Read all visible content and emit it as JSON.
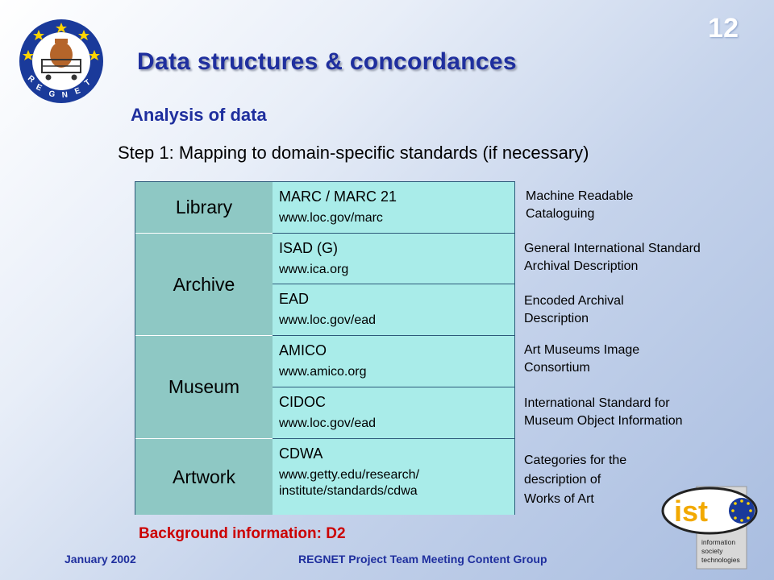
{
  "slide_number": "12",
  "title": "Data structures & concordances",
  "subtitle": "Analysis of data",
  "step": "Step 1: Mapping to domain-specific standards (if necessary)",
  "logo_text": "REGNET",
  "rows": [
    {
      "category": "Library",
      "standards": [
        {
          "name": "MARC / MARC 21",
          "url": "www.loc.gov/marc",
          "desc": [
            "Machine Readable",
            "Cataloguing"
          ]
        }
      ]
    },
    {
      "category": "Archive",
      "standards": [
        {
          "name": "ISAD (G)",
          "url": "www.ica.org",
          "desc": [
            "General International Standard",
            "Archival Description"
          ]
        },
        {
          "name": "EAD",
          "url": "www.loc.gov/ead",
          "desc": [
            "Encoded Archival",
            "Description"
          ]
        }
      ]
    },
    {
      "category": "Museum",
      "standards": [
        {
          "name": "AMICO",
          "url": "www.amico.org",
          "desc": [
            "Art Museums Image",
            "Consortium"
          ]
        },
        {
          "name": "CIDOC",
          "url": "www.loc.gov/ead",
          "desc": [
            "International Standard for",
            "Museum Object Information"
          ]
        }
      ]
    },
    {
      "category": "Artwork",
      "standards": [
        {
          "name": "CDWA",
          "url": "www.getty.edu/research/",
          "url2": "institute/standards/cdwa",
          "desc": [
            "Categories for the",
            "description of",
            "Works of Art"
          ]
        }
      ]
    }
  ],
  "background_info": "Background information: D2",
  "footer": {
    "date": "January 2002",
    "text": "REGNET Project Team Meeting Content Group"
  },
  "ist_logo": {
    "word": "ist",
    "lines": [
      "information",
      "society",
      "technologies"
    ]
  },
  "colors": {
    "title": "#1f2f9e",
    "category_fill": "#8ec8c4",
    "standard_fill": "#a9ece9",
    "highlight": "#cc0000"
  }
}
